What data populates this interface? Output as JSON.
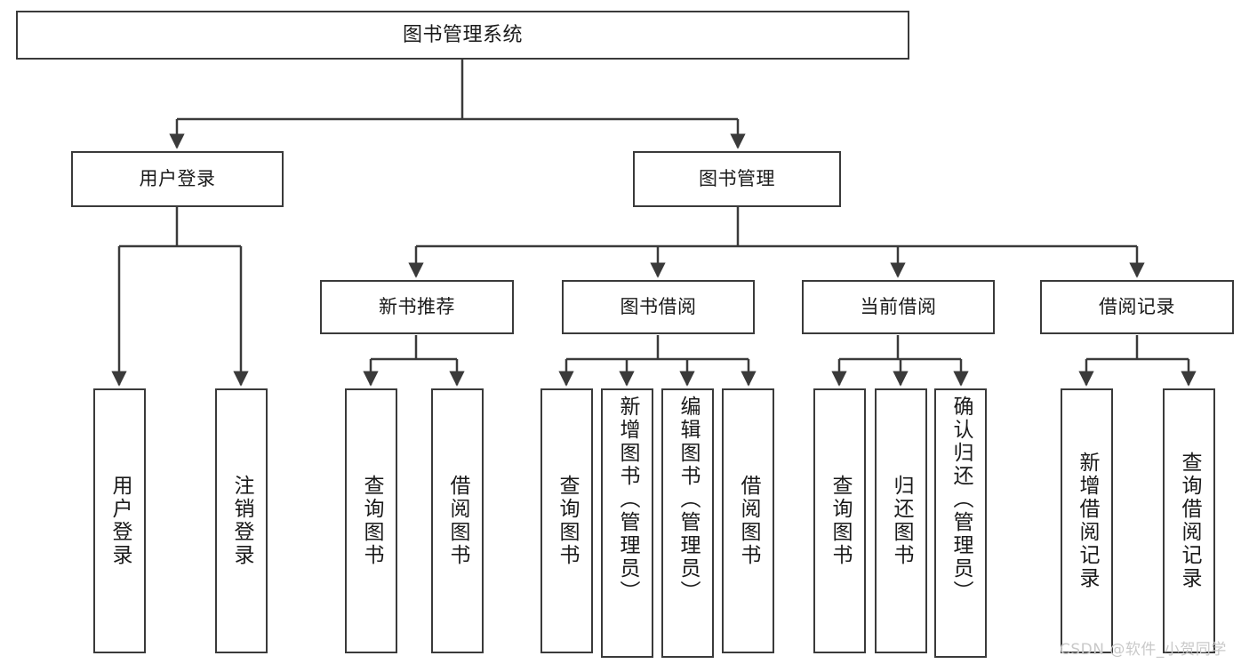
{
  "diagram": {
    "type": "tree",
    "title": "图书管理系统",
    "stroke_color": "#3a3a3a",
    "background": "#ffffff",
    "text_color": "#1a1a1a",
    "nodes": {
      "root": {
        "label": "图书管理系统"
      },
      "level1": [
        {
          "id": "user-login",
          "label": "用户登录"
        },
        {
          "id": "book-manage",
          "label": "图书管理"
        }
      ],
      "level2": [
        {
          "id": "new-book-recommend",
          "label": "新书推荐"
        },
        {
          "id": "book-borrow",
          "label": "图书借阅"
        },
        {
          "id": "current-borrow",
          "label": "当前借阅"
        },
        {
          "id": "borrow-record",
          "label": "借阅记录"
        }
      ],
      "leaves": {
        "user_login": [
          {
            "id": "leaf-user-login",
            "label": "用户登录"
          },
          {
            "id": "leaf-logout-login",
            "label": "注销登录"
          }
        ],
        "new_book_recommend": [
          {
            "id": "leaf-query-book-1",
            "label": "查询图书"
          },
          {
            "id": "leaf-borrow-book-1",
            "label": "借阅图书"
          }
        ],
        "book_borrow": [
          {
            "id": "leaf-query-book-2",
            "label": "查询图书"
          },
          {
            "id": "leaf-add-book",
            "label": "新增图书（管理员）"
          },
          {
            "id": "leaf-edit-book",
            "label": "编辑图书（管理员）"
          },
          {
            "id": "leaf-borrow-book-2",
            "label": "借阅图书"
          }
        ],
        "current_borrow": [
          {
            "id": "leaf-query-book-3",
            "label": "查询图书"
          },
          {
            "id": "leaf-return-book",
            "label": "归还图书"
          },
          {
            "id": "leaf-confirm-return",
            "label": "确认归还（管理员）"
          }
        ],
        "borrow_record": [
          {
            "id": "leaf-add-record",
            "label": "新增借阅记录"
          },
          {
            "id": "leaf-query-record",
            "label": "查询借阅记录"
          }
        ]
      }
    }
  },
  "watermark": {
    "text": "CSDN @软件_小贺同学"
  }
}
